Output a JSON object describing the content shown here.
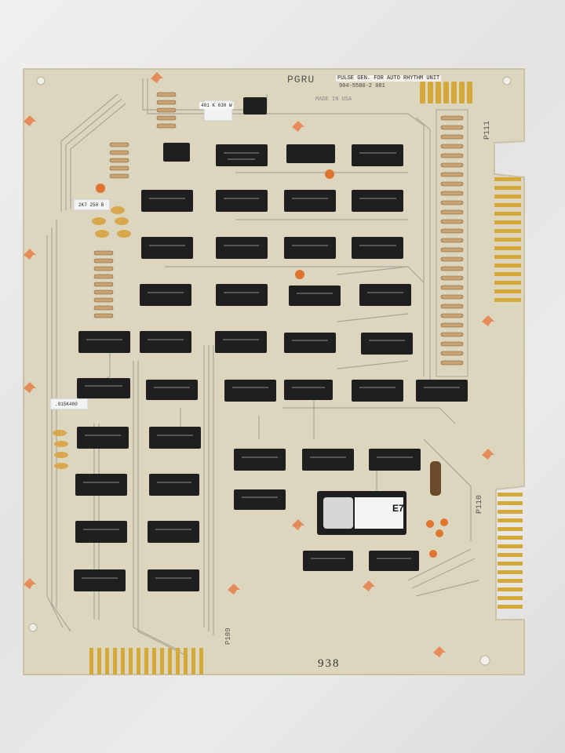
{
  "board": {
    "title": "PGRU",
    "description": "PULSE GEN. FOR AUTO RHYTHM UNIT",
    "part_number": "904-5580-2 081",
    "made_in": "MADE IN USA",
    "connector_top": "P111",
    "connector_right": "P110",
    "connector_bottom": "P109",
    "serial": "938",
    "component_code_a": "401 K 630 W",
    "component_code_b": "2K7 250 B",
    "component_code_c": ".015K400",
    "eprom_mark": "E7"
  },
  "colors": {
    "pcb": "#ddd6bf",
    "trace": "#a9a596",
    "chip": "#1f1f1f",
    "gold": "#d4a93a",
    "logo": "#e8733a"
  }
}
